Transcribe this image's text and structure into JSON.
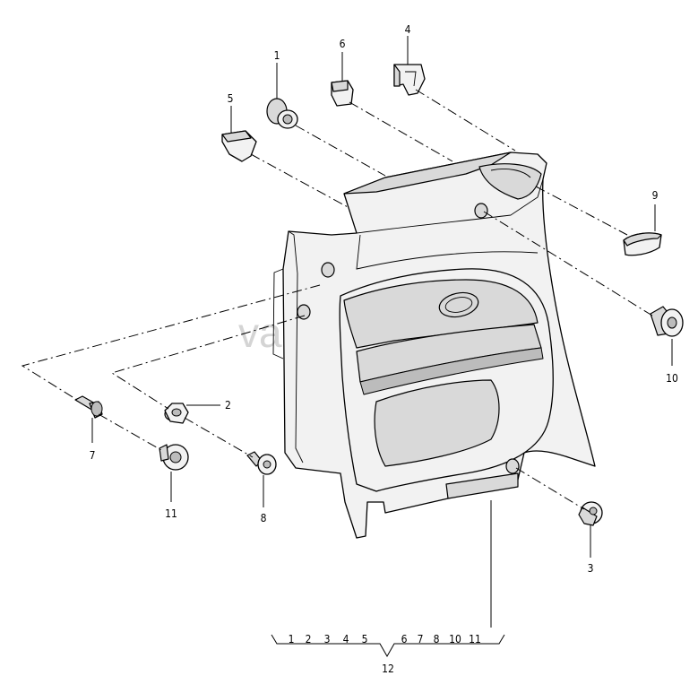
{
  "watermark": "vagtec.ru",
  "callouts": {
    "p1": "1",
    "p2": "2",
    "p3": "3",
    "p4": "4",
    "p5": "5",
    "p6": "6",
    "p7": "7",
    "p8": "8",
    "p9": "9",
    "p10": "10",
    "p11": "11",
    "p12": "12"
  },
  "assembly": {
    "label": "12",
    "members_left": [
      "1",
      "2",
      "3",
      "4",
      "5"
    ],
    "members_right": [
      "6",
      "7",
      "8",
      "10",
      "11"
    ]
  }
}
